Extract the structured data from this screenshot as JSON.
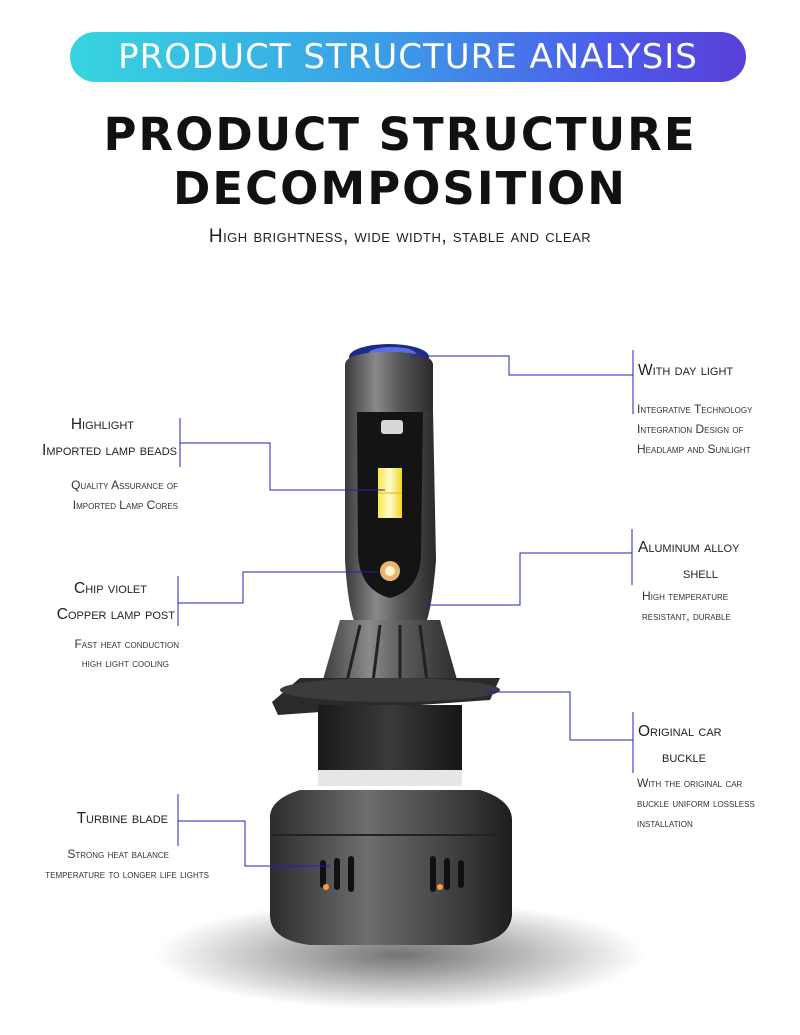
{
  "banner": "PRODUCT STRUCTURE ANALYSIS",
  "title_line1": "PRODUCT STRUCTURE",
  "title_line2": "DECOMPOSITION",
  "subtitle": "High brightness, wide width, stable and clear",
  "left": {
    "highlight": {
      "line1": "Highlight",
      "line2": "Imported lamp beads",
      "desc1": "Quality Assurance of",
      "desc2": "Imported Lamp Cores"
    },
    "chip": {
      "line1": "Chip violet",
      "line2": "Copper lamp post",
      "desc1": "Fast heat conduction",
      "desc2": "high light cooling"
    },
    "turbine": {
      "line1": "Turbine blade",
      "desc1": "Strong heat balance",
      "desc2": "temperature to longer life lights"
    }
  },
  "right": {
    "daylight": {
      "line1": "With day light",
      "desc1": "Integrative Technology",
      "desc2": "Integration Design of",
      "desc3": "Headlamp and Sunlight"
    },
    "aluminum": {
      "line1": "Aluminum alloy",
      "line2": "shell",
      "desc1": "High temperature",
      "desc2": "resistant, durable"
    },
    "buckle": {
      "line1": "Original car",
      "line2": "buckle",
      "desc1": "With the original car",
      "desc2": "buckle uniform lossless",
      "desc3": "installation"
    }
  },
  "colors": {
    "line": "#2020c0",
    "banner_start": "#37d5e0",
    "banner_end": "#5a3fd8"
  }
}
